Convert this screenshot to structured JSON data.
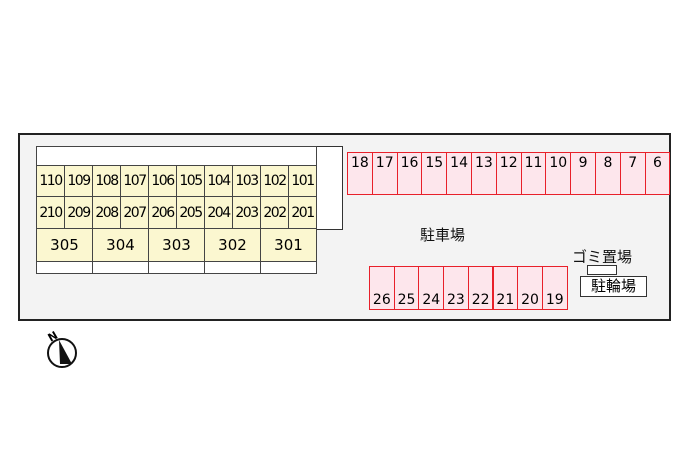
{
  "units_row1": [
    "110",
    "109",
    "108",
    "107",
    "106",
    "105",
    "104",
    "103",
    "102",
    "101"
  ],
  "units_row2": [
    "210",
    "209",
    "208",
    "207",
    "206",
    "205",
    "204",
    "203",
    "202",
    "201"
  ],
  "units_row3": [
    "305",
    "304",
    "303",
    "302",
    "301"
  ],
  "parking_top": [
    "18",
    "17",
    "16",
    "15",
    "14",
    "13",
    "12",
    "11",
    "10",
    "9",
    "8",
    "7",
    "6"
  ],
  "parking_bottom": [
    "26",
    "25",
    "24",
    "23",
    "22",
    "21",
    "20",
    "19"
  ],
  "labels": {
    "parking": "駐車場",
    "garbage": "ゴミ置場",
    "bicycle": "駐輪場",
    "north": "N"
  },
  "colors": {
    "unit_fill": "#fbf7d0",
    "parking_border": "#e8202a",
    "parking_fill": "#fde6ec"
  }
}
